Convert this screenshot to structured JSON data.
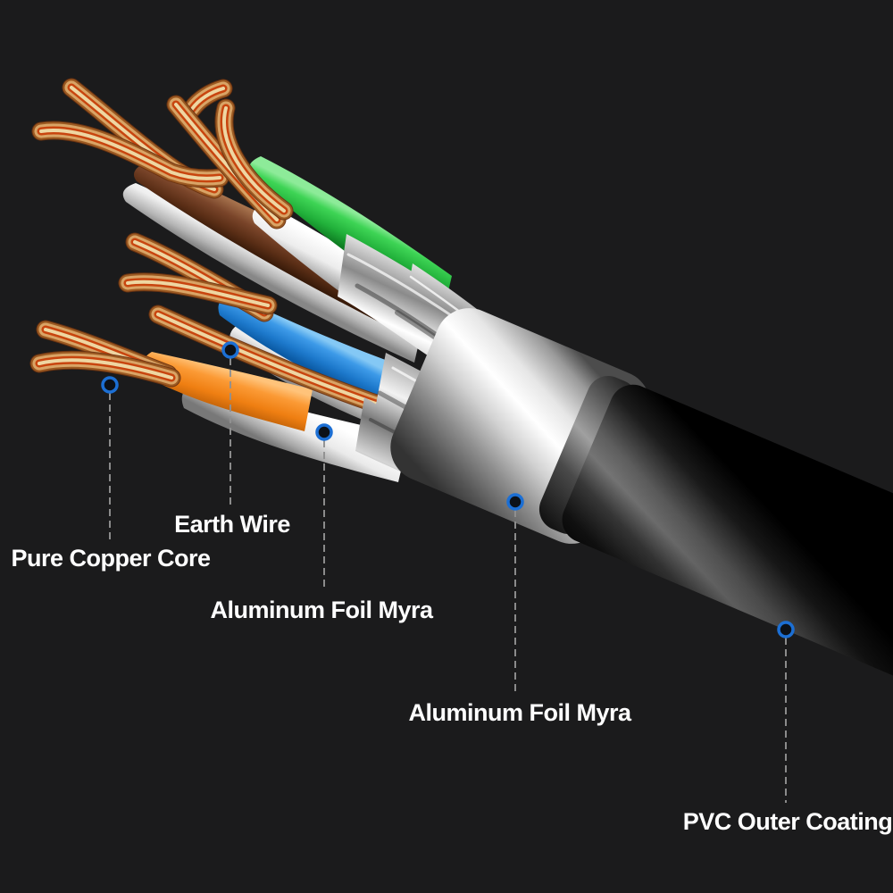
{
  "scene": {
    "name": "ethernet-cable-construction-diagram",
    "background_color": "#1b1b1c"
  },
  "annotations": [
    {
      "id": "pure-copper-core",
      "label": "Pure Copper Core"
    },
    {
      "id": "earth-wire",
      "label": "Earth Wire"
    },
    {
      "id": "aluminum-foil-myra-1",
      "label": "Aluminum Foil Myra"
    },
    {
      "id": "aluminum-foil-myra-2",
      "label": "Aluminum Foil Myra"
    },
    {
      "id": "pvc-outer-coating",
      "label": "PVC Outer Coating"
    }
  ],
  "style": {
    "label_color": "#ffffff",
    "marker_ring_color": "#1c6fd4",
    "leader_line_color": "#919191",
    "wire_colors": {
      "copper": "#d9a466",
      "copper_stripe": "#c8450f",
      "brown": "#6b3a20",
      "green": "#2ecb47",
      "blue": "#2b8ce2",
      "orange": "#f08018",
      "white": "#f0f0f0",
      "aluminum_foil": "#cccccc",
      "pvc_jacket": "#151515"
    }
  }
}
